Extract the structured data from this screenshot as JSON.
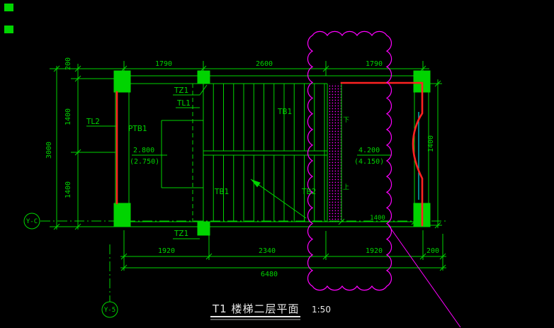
{
  "colors": {
    "bg": "#000000",
    "green": "#00d400",
    "magenta": "#ff00ff",
    "red": "#ff2222",
    "cyan": "#00bcbc",
    "white": "#e8e8e8"
  },
  "dims": {
    "top": [
      "1790",
      "2600",
      "1790"
    ],
    "left_segments": [
      "200",
      "1400",
      "1400"
    ],
    "left_total": "3000",
    "right_height": "1400",
    "bottom_segments": [
      "1920",
      "2340",
      "1920",
      "200"
    ],
    "bottom_total": "6480",
    "landing_width": "1400"
  },
  "grid": {
    "row_label": "Y-C",
    "col_label": "Y-5"
  },
  "labels": {
    "tz1_top": "TZ1",
    "tl1": "TL1",
    "tl2": "TL2",
    "ptb1": "PTB1",
    "tb1_upper": "TB1",
    "tb1_lower": "TB1",
    "tb2": "TB2",
    "tz1_bottom": "TZ1",
    "down": "下",
    "up": "上"
  },
  "levels": {
    "mid_landing": "2.800",
    "mid_landing_alt": "(2.750)",
    "floor": "4.200",
    "floor_alt": "(4.150)"
  },
  "title": {
    "text": "T1 楼梯二层平面",
    "scale": "1:50"
  }
}
